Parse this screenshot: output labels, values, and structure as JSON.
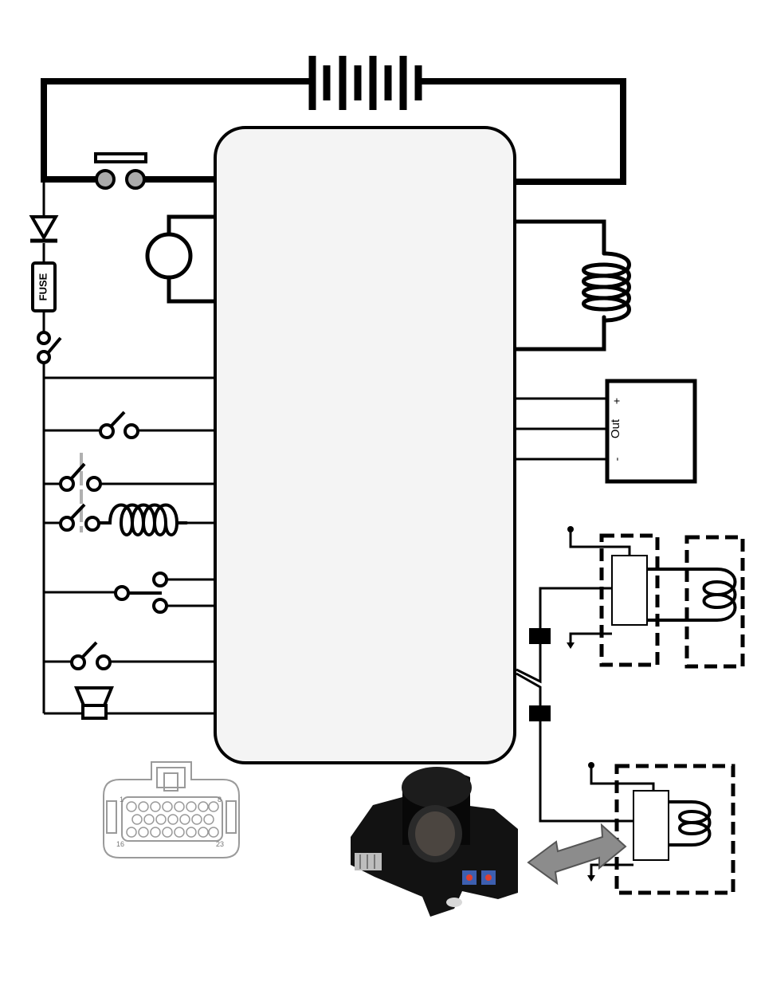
{
  "labels": {
    "fuse": "FUSE",
    "sensor_plus": "+",
    "sensor_out": "Out",
    "sensor_minus": "-",
    "pin_1": "1",
    "pin_8": "8",
    "pin_16": "16",
    "pin_23": "23"
  },
  "colors": {
    "wire": "#000000",
    "module_fill": "#f4f4f4",
    "connector_outline": "#9a9a9a",
    "arrow_fill": "#8c8c8c",
    "switch_linkage": "#b0b0b0"
  }
}
